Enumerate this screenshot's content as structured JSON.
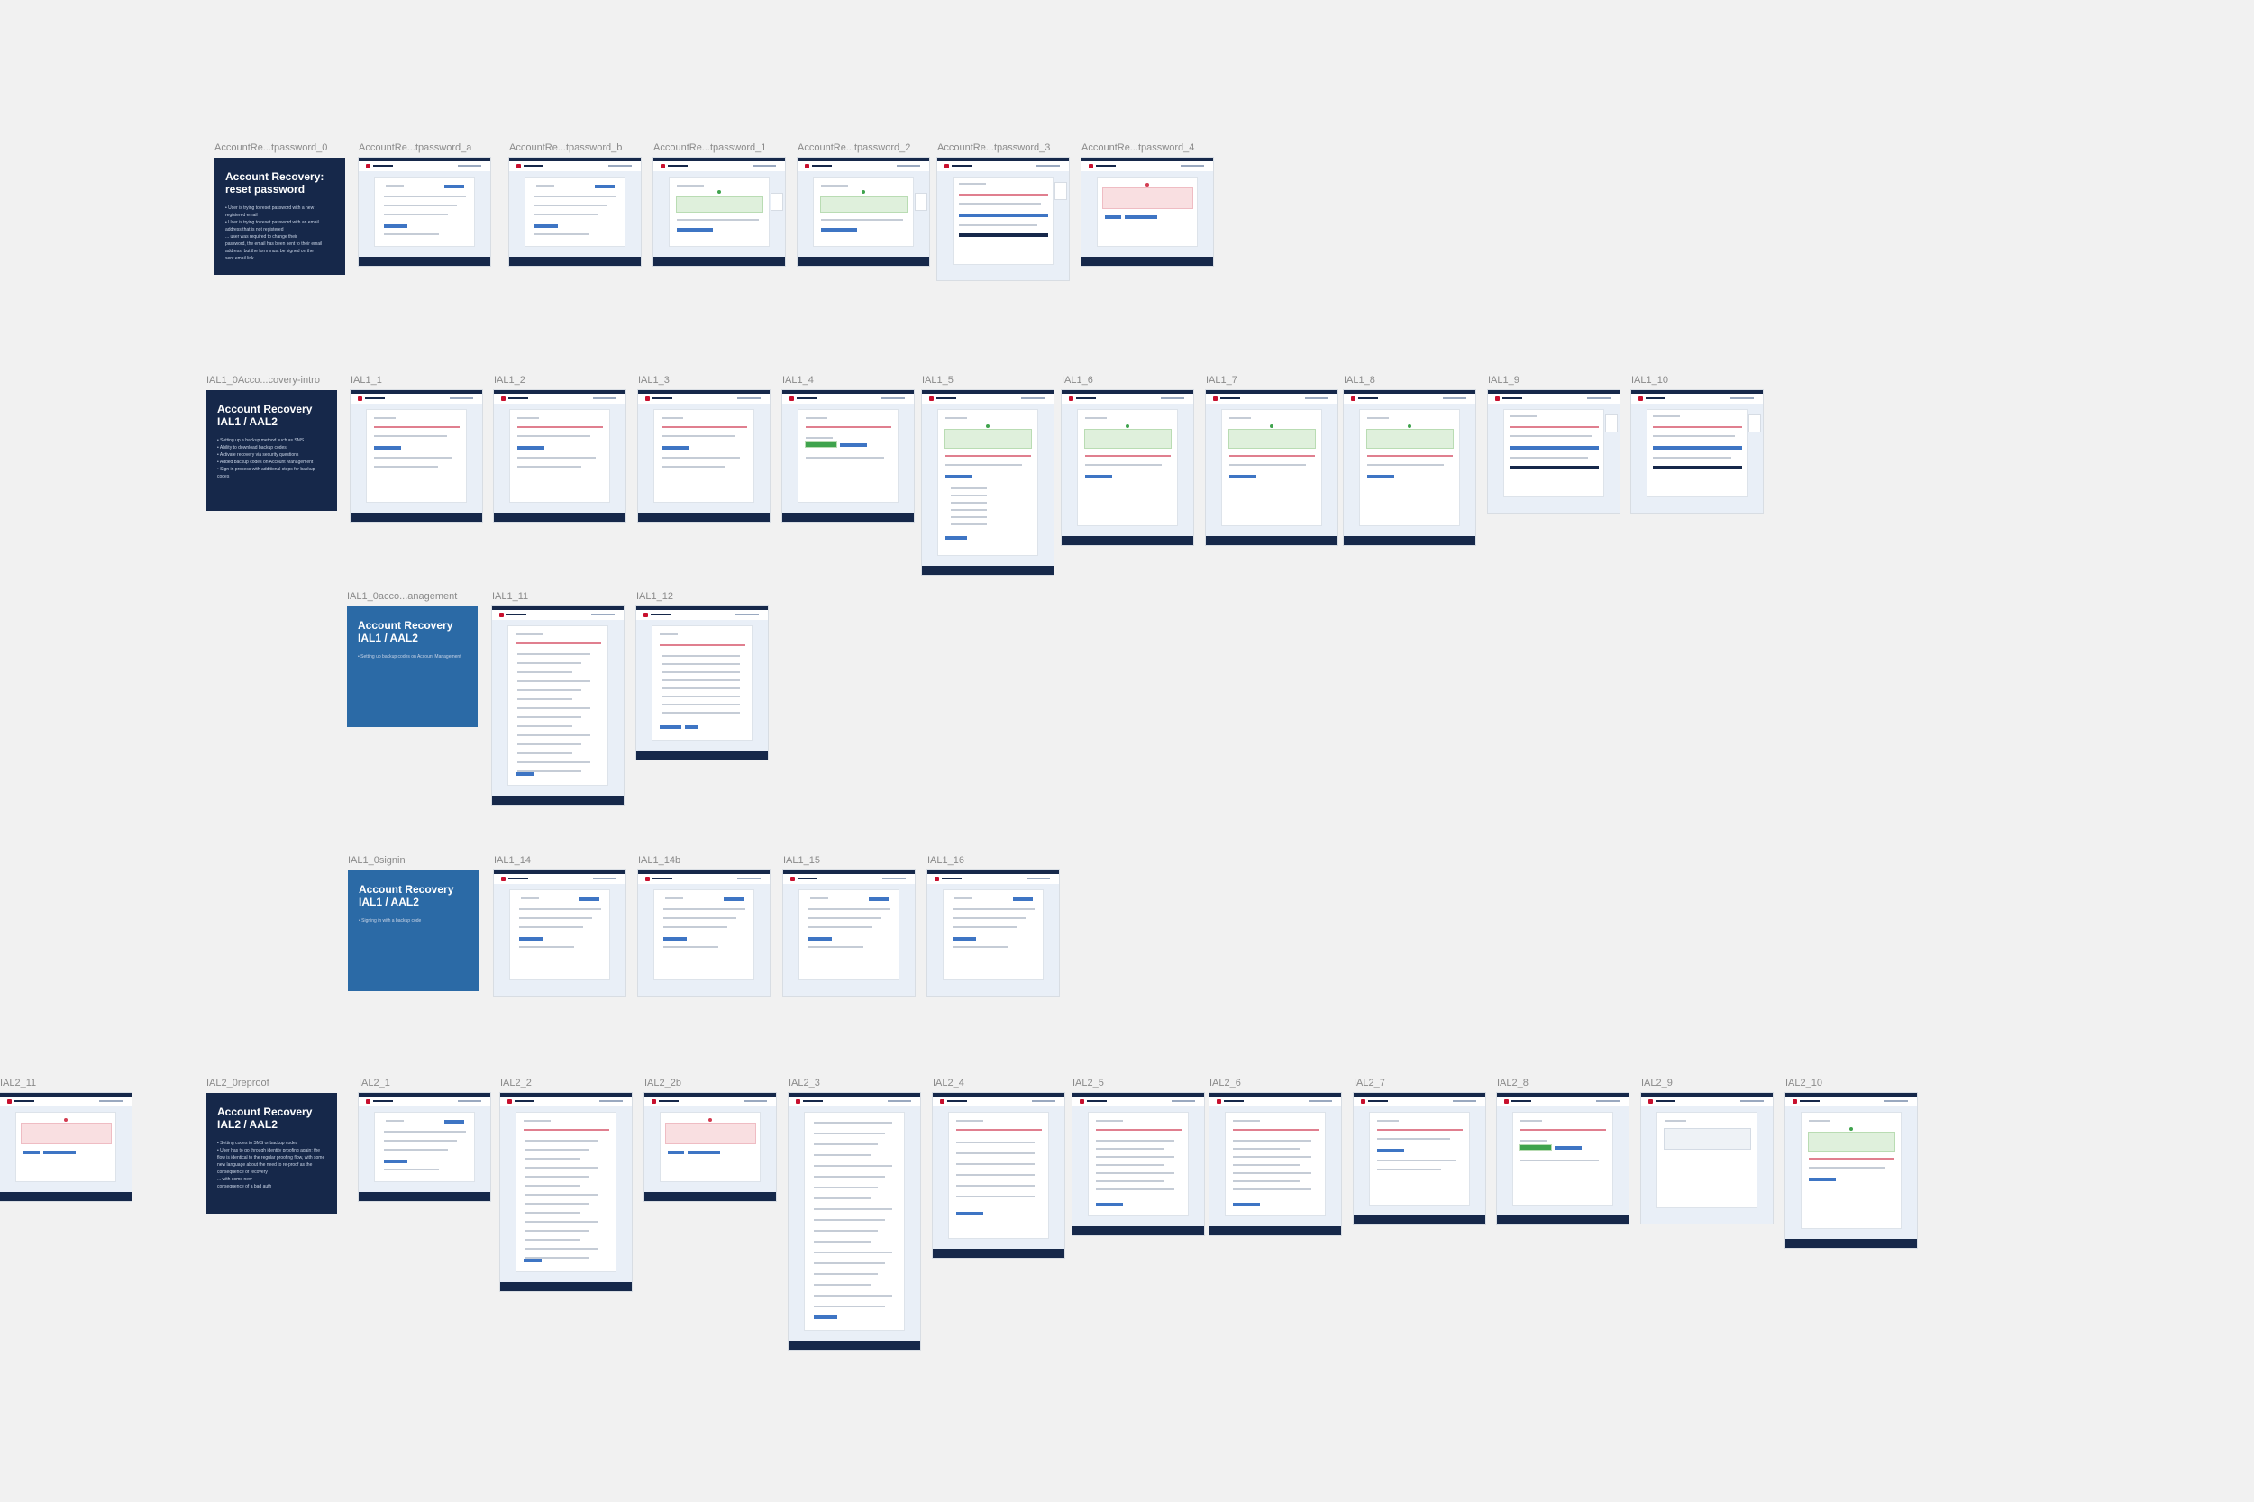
{
  "board": {
    "background": "#f1f1f1",
    "rows": [
      {
        "id": "reset-password",
        "frames": [
          {
            "label": "AccountRe...tpassword_0",
            "kind": "intro",
            "color": "#16284a",
            "title": "Account Recovery:\nreset password",
            "body": "• User is trying to reset password with a new\n  registered email\n• User is trying to reset password with an email\n  address that is not registered\n  ... user was required to change their\n  password, the email has been sent to their email\n  address, but the form must be signed on the\n  sent email link"
          },
          {
            "label": "AccountRe...tpassword_a",
            "kind": "screen",
            "variant": "form"
          },
          {
            "label": "AccountRe...tpassword_b",
            "kind": "screen",
            "variant": "form-left"
          },
          {
            "label": "AccountRe...tpassword_1",
            "kind": "screen",
            "variant": "side"
          },
          {
            "label": "AccountRe...tpassword_2",
            "kind": "screen",
            "variant": "side"
          },
          {
            "label": "AccountRe...tpassword_3",
            "kind": "screen",
            "variant": "modal"
          },
          {
            "label": "AccountRe...tpassword_4",
            "kind": "screen",
            "variant": "pink"
          }
        ]
      },
      {
        "id": "ial1-recovery-intro",
        "frames": [
          {
            "label": "IAL1_0Acco...covery-intro",
            "kind": "intro",
            "color": "#16284a",
            "title": "Account Recovery\nIAL1 / AAL2",
            "body": "• Setting up a backup method such as SMS\n• Ability to download backup codes\n• Activate recovery via security questions\n• Added backup codes on Account Management\n• Sign in process with additional steps for backup codes"
          },
          {
            "label": "IAL1_1",
            "kind": "screen",
            "variant": "form-red"
          },
          {
            "label": "IAL1_2",
            "kind": "screen",
            "variant": "form-red"
          },
          {
            "label": "IAL1_3",
            "kind": "screen",
            "variant": "form-red"
          },
          {
            "label": "IAL1_4",
            "kind": "screen",
            "variant": "green-bar"
          },
          {
            "label": "IAL1_5",
            "kind": "screen",
            "variant": "green-long"
          },
          {
            "label": "IAL1_6",
            "kind": "screen",
            "variant": "green"
          },
          {
            "label": "IAL1_7",
            "kind": "screen",
            "variant": "green"
          },
          {
            "label": "IAL1_8",
            "kind": "screen",
            "variant": "green"
          },
          {
            "label": "IAL1_9",
            "kind": "screen",
            "variant": "modal"
          },
          {
            "label": "IAL1_10",
            "kind": "screen",
            "variant": "modal"
          }
        ]
      },
      {
        "id": "ial1-account-management",
        "frames": [
          {
            "label": "IAL1_0acco...anagement",
            "kind": "intro",
            "color": "#2b6aa6",
            "title": "Account Recovery\nIAL1 / AAL2",
            "body": "• Setting up backup codes on Account Management"
          },
          {
            "label": "IAL1_11",
            "kind": "screen",
            "variant": "long-list"
          },
          {
            "label": "IAL1_12",
            "kind": "screen",
            "variant": "document"
          }
        ]
      },
      {
        "id": "ial1-signin",
        "frames": [
          {
            "label": "IAL1_0signin",
            "kind": "intro",
            "color": "#2b6aa6",
            "title": "Account Recovery\nIAL1 / AAL2",
            "body": "• Signing in with a backup code"
          },
          {
            "label": "IAL1_14",
            "kind": "screen",
            "variant": "nofooter"
          },
          {
            "label": "IAL1_14b",
            "kind": "screen",
            "variant": "nofooter"
          },
          {
            "label": "IAL1_15",
            "kind": "screen",
            "variant": "nofooter"
          },
          {
            "label": "IAL1_16",
            "kind": "screen",
            "variant": "nofooter"
          }
        ]
      },
      {
        "id": "ial2-preproof",
        "frames": [
          {
            "label": "IAL2_0reproof",
            "kind": "intro",
            "color": "#16284a",
            "title": "Account Recovery\nIAL2 / AAL2",
            "body": "• Setting codes to SMS or backup codes\n• User has to go through identity proofing again; the\n  flow is identical to the regular proofing flow, with some\n  new language about the need to re-proof as the\n  consequence of recovery\n  ... with some new\n  consequence of a bad auth"
          },
          {
            "label": "IAL2_1",
            "kind": "screen",
            "variant": "form"
          },
          {
            "label": "IAL2_2",
            "kind": "screen",
            "variant": "long-list"
          },
          {
            "label": "IAL2_2b",
            "kind": "screen",
            "variant": "pink"
          },
          {
            "label": "IAL2_3",
            "kind": "screen",
            "variant": "tall-form"
          },
          {
            "label": "IAL2_4",
            "kind": "screen",
            "variant": "form-long"
          },
          {
            "label": "IAL2_5",
            "kind": "screen",
            "variant": "text"
          },
          {
            "label": "IAL2_6",
            "kind": "screen",
            "variant": "text"
          },
          {
            "label": "IAL2_7",
            "kind": "screen",
            "variant": "form-red"
          },
          {
            "label": "IAL2_8",
            "kind": "screen",
            "variant": "green-bar"
          },
          {
            "label": "IAL2_9",
            "kind": "screen",
            "variant": "grey"
          },
          {
            "label": "IAL2_10",
            "kind": "screen",
            "variant": "green"
          },
          {
            "label": "IAL2_11",
            "kind": "screen",
            "variant": "pink"
          }
        ]
      }
    ]
  }
}
